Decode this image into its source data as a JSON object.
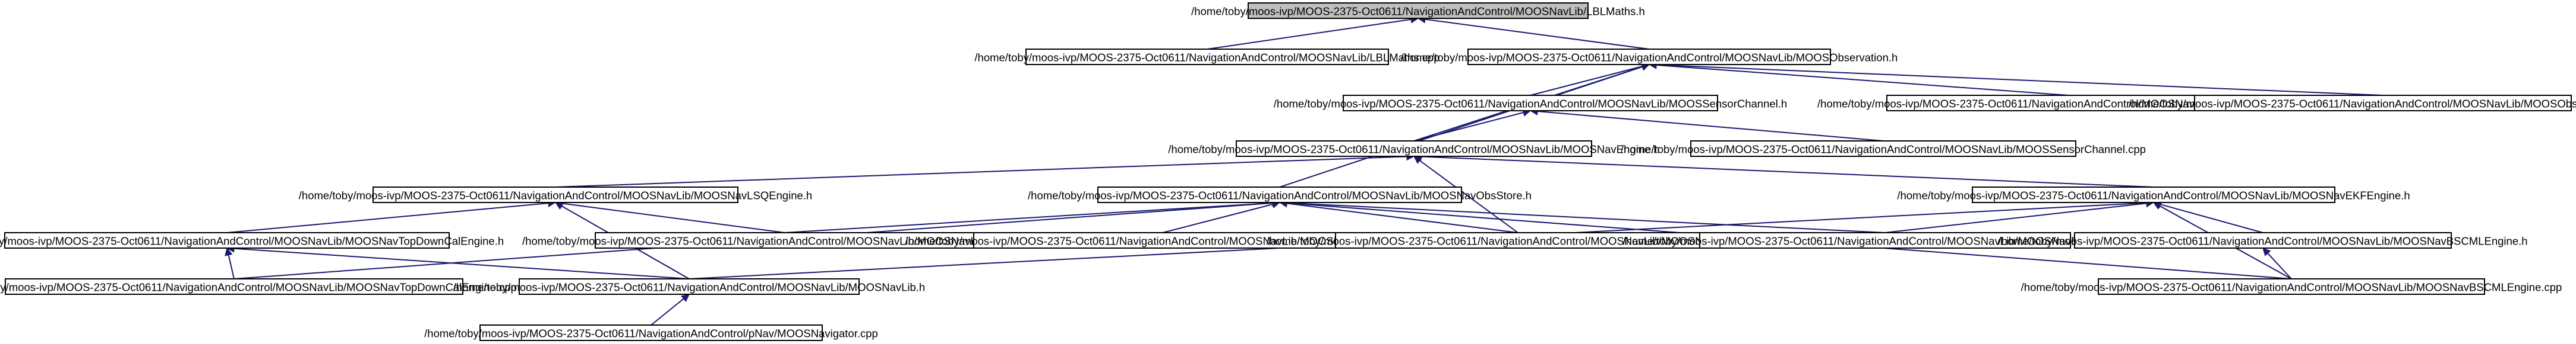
{
  "graph": {
    "nodes": [
      {
        "id": "lblmaths_h",
        "label": "/home/toby/moos-ivp/MOOS-2375-Oct0611/NavigationAndControl/MOOSNavLib/LBLMaths.h",
        "root": true
      },
      {
        "id": "lblmaths_cpp",
        "label": "/home/toby/moos-ivp/MOOS-2375-Oct0611/NavigationAndControl/MOOSNavLib/LBLMaths.cpp"
      },
      {
        "id": "observation_h",
        "label": "/home/toby/moos-ivp/MOOS-2375-Oct0611/NavigationAndControl/MOOSNavLib/MOOSObservation.h"
      },
      {
        "id": "sensorchannel_h",
        "label": "/home/toby/moos-ivp/MOOS-2375-Oct0611/NavigationAndControl/MOOSNavLib/MOOSSensorChannel.h"
      },
      {
        "id": "navlogger_cpp",
        "label": "/home/toby/moos-ivp/MOOS-2375-Oct0611/NavigationAndControl/MOOSNavLib/MOOSNavLogger.cpp"
      },
      {
        "id": "observation_cpp",
        "label": "/home/toby/moos-ivp/MOOS-2375-Oct0611/NavigationAndControl/MOOSNavLib/MOOSObservation.cpp"
      },
      {
        "id": "navengine_h",
        "label": "/home/toby/moos-ivp/MOOS-2375-Oct0611/NavigationAndControl/MOOSNavLib/MOOSNavEngine.h"
      },
      {
        "id": "sensorchannel_cpp",
        "label": "/home/toby/moos-ivp/MOOS-2375-Oct0611/NavigationAndControl/MOOSNavLib/MOOSSensorChannel.cpp"
      },
      {
        "id": "lsqengine_h",
        "label": "/home/toby/moos-ivp/MOOS-2375-Oct0611/NavigationAndControl/MOOSNavLib/MOOSNavLSQEngine.h"
      },
      {
        "id": "obsstore_h",
        "label": "/home/toby/moos-ivp/MOOS-2375-Oct0611/NavigationAndControl/MOOSNavLib/MOOSNavObsStore.h"
      },
      {
        "id": "ekfengine_h",
        "label": "/home/toby/moos-ivp/MOOS-2375-Oct0611/NavigationAndControl/MOOSNavLib/MOOSNavEKFEngine.h"
      },
      {
        "id": "topdowncal_h",
        "label": "/home/toby/moos-ivp/MOOS-2375-Oct0611/NavigationAndControl/MOOSNavLib/MOOSNavTopDownCalEngine.h"
      },
      {
        "id": "lsqengine_cpp",
        "label": "/home/toby/moos-ivp/MOOS-2375-Oct0611/NavigationAndControl/MOOSNavLib/MOOSNavLSQEngine.cpp"
      },
      {
        "id": "obsstore_cpp",
        "label": "/home/toby/moos-ivp/MOOS-2375-Oct0611/NavigationAndControl/MOOSNavLib/MOOSNavObsStore.cpp"
      },
      {
        "id": "navengine_cpp",
        "label": "/home/toby/moos-ivp/MOOS-2375-Oct0611/NavigationAndControl/MOOSNavLib/MOOSNavEngine.cpp"
      },
      {
        "id": "ekfengine_cpp",
        "label": "/home/toby/moos-ivp/MOOS-2375-Oct0611/NavigationAndControl/MOOSNavLib/MOOSNavEKFEngine.cpp"
      },
      {
        "id": "bsmlengine_h",
        "label": "/home/toby/moos-ivp/MOOS-2375-Oct0611/NavigationAndControl/MOOSNavLib/MOOSNavBSCMLEngine.h"
      },
      {
        "id": "topdowncal_cpp",
        "label": "/home/toby/moos-ivp/MOOS-2375-Oct0611/NavigationAndControl/MOOSNavLib/MOOSNavTopDownCalEngine.cpp"
      },
      {
        "id": "navlib_h",
        "label": "/home/toby/moos-ivp/MOOS-2375-Oct0611/NavigationAndControl/MOOSNavLib/MOOSNavLib.h"
      },
      {
        "id": "bsmlengine_cpp",
        "label": "/home/toby/moos-ivp/MOOS-2375-Oct0611/NavigationAndControl/MOOSNavLib/MOOSNavBSCMLEngine.cpp"
      },
      {
        "id": "navigator_cpp",
        "label": "/home/toby/moos-ivp/MOOS-2375-Oct0611/NavigationAndControl/pNav/MOOSNavigator.cpp"
      }
    ],
    "edges": [
      {
        "from": "lblmaths_h",
        "to": "lblmaths_cpp"
      },
      {
        "from": "lblmaths_h",
        "to": "observation_h"
      },
      {
        "from": "observation_h",
        "to": "sensorchannel_h"
      },
      {
        "from": "observation_h",
        "to": "navlogger_cpp"
      },
      {
        "from": "observation_h",
        "to": "observation_cpp"
      },
      {
        "from": "observation_h",
        "to": "navengine_h"
      },
      {
        "from": "observation_h",
        "to": "obsstore_h"
      },
      {
        "from": "sensorchannel_h",
        "to": "navengine_h"
      },
      {
        "from": "sensorchannel_h",
        "to": "sensorchannel_cpp"
      },
      {
        "from": "navengine_h",
        "to": "lsqengine_h"
      },
      {
        "from": "navengine_h",
        "to": "ekfengine_h"
      },
      {
        "from": "navengine_h",
        "to": "navengine_cpp"
      },
      {
        "from": "lsqengine_h",
        "to": "topdowncal_h"
      },
      {
        "from": "lsqengine_h",
        "to": "lsqengine_cpp"
      },
      {
        "from": "lsqengine_h",
        "to": "navlib_h"
      },
      {
        "from": "obsstore_h",
        "to": "lsqengine_cpp"
      },
      {
        "from": "obsstore_h",
        "to": "obsstore_cpp"
      },
      {
        "from": "obsstore_h",
        "to": "navengine_cpp"
      },
      {
        "from": "obsstore_h",
        "to": "ekfengine_cpp"
      },
      {
        "from": "obsstore_h",
        "to": "topdowncal_cpp"
      },
      {
        "from": "obsstore_h",
        "to": "bsmlengine_cpp"
      },
      {
        "from": "ekfengine_h",
        "to": "ekfengine_cpp"
      },
      {
        "from": "ekfengine_h",
        "to": "bsmlengine_h"
      },
      {
        "from": "ekfengine_h",
        "to": "navlib_h"
      },
      {
        "from": "ekfengine_h",
        "to": "bsmlengine_cpp"
      },
      {
        "from": "topdowncal_h",
        "to": "topdowncal_cpp"
      },
      {
        "from": "topdowncal_h",
        "to": "navlib_h"
      },
      {
        "from": "bsmlengine_h",
        "to": "bsmlengine_cpp"
      },
      {
        "from": "navlib_h",
        "to": "navigator_cpp"
      }
    ]
  }
}
